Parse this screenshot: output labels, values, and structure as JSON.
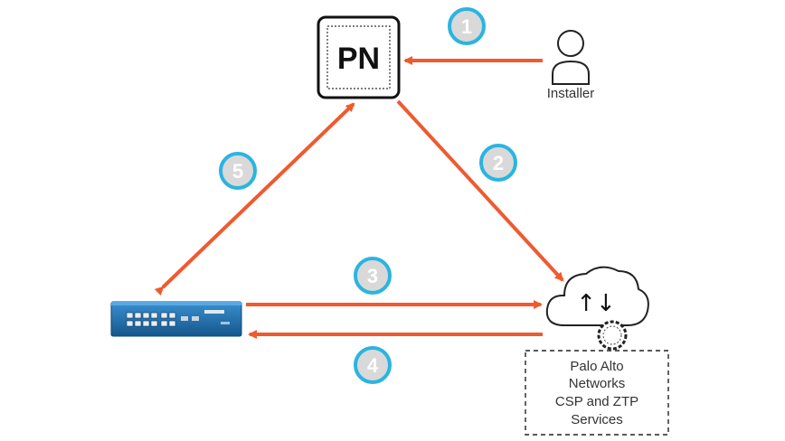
{
  "pn_device": {
    "label": "PN"
  },
  "installer": {
    "label": "Installer",
    "icon": "person-icon"
  },
  "cloud": {
    "icon": "cloud-icon",
    "arrows": "↑↓"
  },
  "services": {
    "lines": [
      "Palo Alto",
      "Networks",
      "CSP and ZTP",
      "Services"
    ]
  },
  "firewall": {
    "icon": "firewall-appliance-icon"
  },
  "steps": [
    {
      "label": "1"
    },
    {
      "label": "2"
    },
    {
      "label": "3"
    },
    {
      "label": "4"
    },
    {
      "label": "5"
    }
  ],
  "colors": {
    "arrow": "#ef5a2f",
    "step_ring": "#2bb4e0",
    "step_fill": "#d9d9d9",
    "appliance": "#1f6ea8"
  }
}
